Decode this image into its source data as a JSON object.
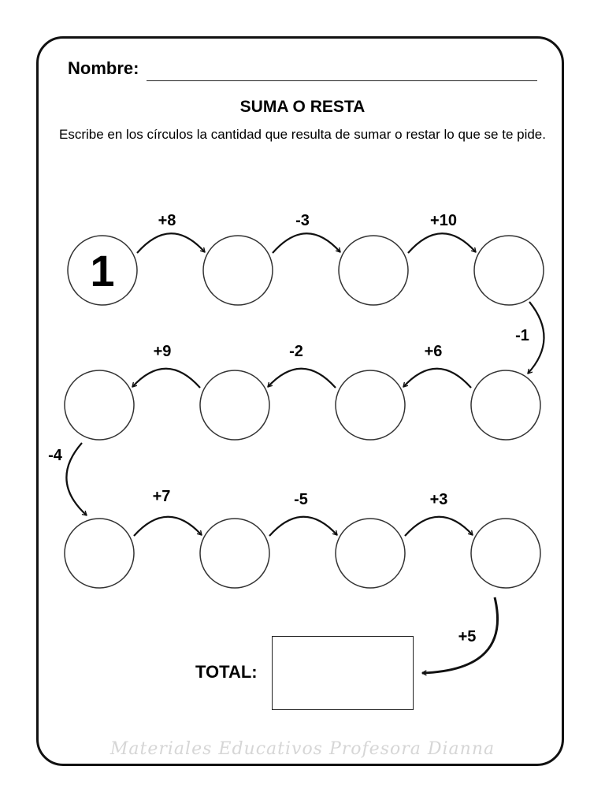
{
  "header": {
    "name_label": "Nombre:"
  },
  "title": "SUMA O RESTA",
  "instructions": "Escribe en los círculos la cantidad que resulta de sumar o restar lo que se te pide.",
  "start_value": "1",
  "operations": [
    "+8",
    "-3",
    "+10",
    "-1",
    "+6",
    "-2",
    "+9",
    "-4",
    "+7",
    "-5",
    "+3",
    "+5"
  ],
  "total_label": "TOTAL:",
  "footer": {
    "watermark": "Materiales Educativos Profesora Dianna"
  }
}
